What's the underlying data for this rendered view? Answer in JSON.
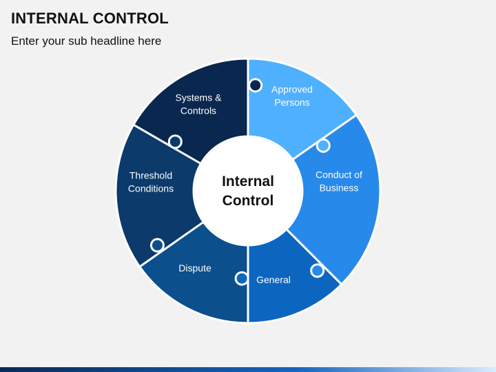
{
  "header": {
    "title": "INTERNAL CONTROL",
    "subtitle": "Enter your sub headline here"
  },
  "diagram": {
    "center": {
      "lines": [
        "Internal",
        "Control"
      ]
    },
    "segments": [
      {
        "key": "approved-persons",
        "lines": [
          "Approved",
          "Persons"
        ],
        "color": "#4fb0ff"
      },
      {
        "key": "conduct-of-business",
        "lines": [
          "Conduct of",
          "Business"
        ],
        "color": "#2789ea"
      },
      {
        "key": "general",
        "lines": [
          "General"
        ],
        "color": "#0c66c0"
      },
      {
        "key": "dispute",
        "lines": [
          "Dispute"
        ],
        "color": "#0c4f8d"
      },
      {
        "key": "threshold-conditions",
        "lines": [
          "Threshold",
          "Conditions"
        ],
        "color": "#0b3a6b"
      },
      {
        "key": "systems-controls",
        "lines": [
          "Systems &",
          "Controls"
        ],
        "color": "#09274f"
      }
    ]
  },
  "colors": {
    "background": "#f2f2f2",
    "center_fill": "#ffffff",
    "divider": "#ffffff"
  }
}
